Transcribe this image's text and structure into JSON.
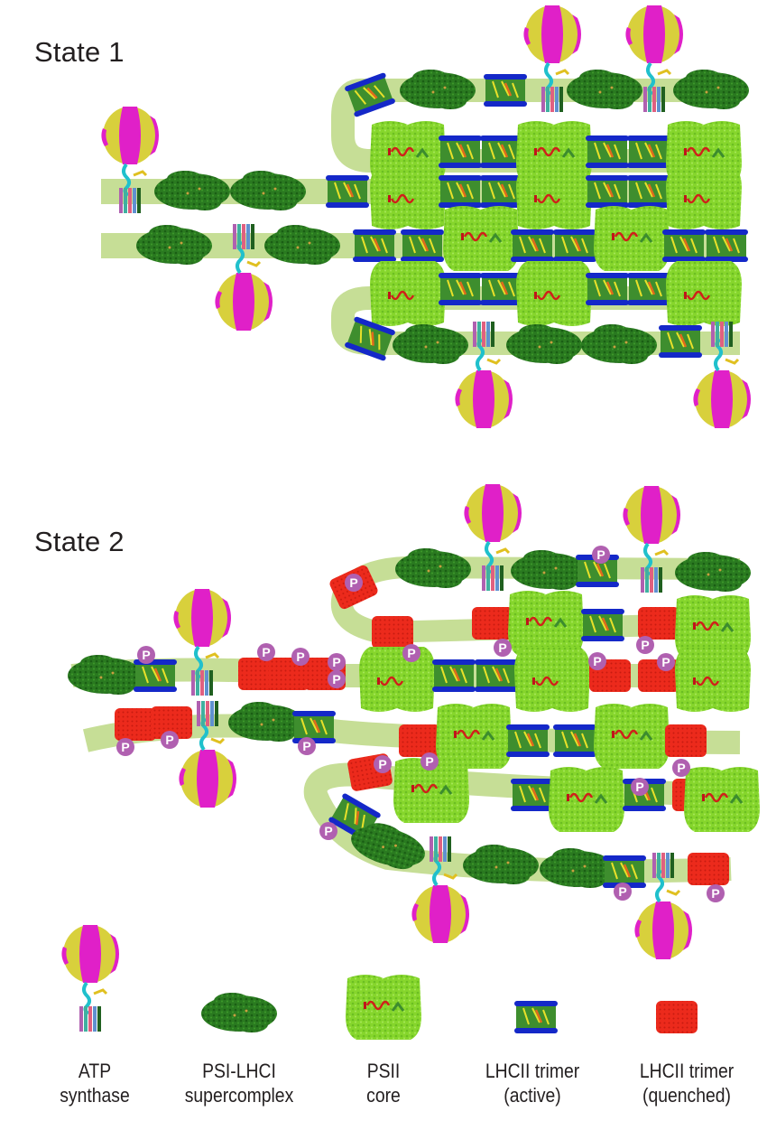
{
  "figure": {
    "state1_title": "State 1",
    "state2_title": "State 2",
    "colors": {
      "membrane": "#c6de96",
      "psi": "#2a7a20",
      "psi_dark": "#1a5e14",
      "psii": "#86d62c",
      "psii_dark": "#5fb01c",
      "lhcii_active_frame": "#1428c8",
      "lhcii_active_core": "#3e8e2e",
      "lhcii_quenched": "#ec2a1c",
      "atp_magenta": "#e020c8",
      "atp_yellow": "#d8d03c",
      "atp_stalk": "#20c0cc",
      "phospho": "#b060b0",
      "text": "#231f20"
    },
    "phospho_label": "P"
  },
  "legend": [
    {
      "line1": "ATP",
      "line2": "synthase"
    },
    {
      "line1": "PSI-LHCI",
      "line2": "supercomplex"
    },
    {
      "line1": "PSII",
      "line2": "core"
    },
    {
      "line1": "LHCII trimer",
      "line2": "(active)"
    },
    {
      "line1": "LHCII trimer",
      "line2": "(quenched)"
    }
  ]
}
